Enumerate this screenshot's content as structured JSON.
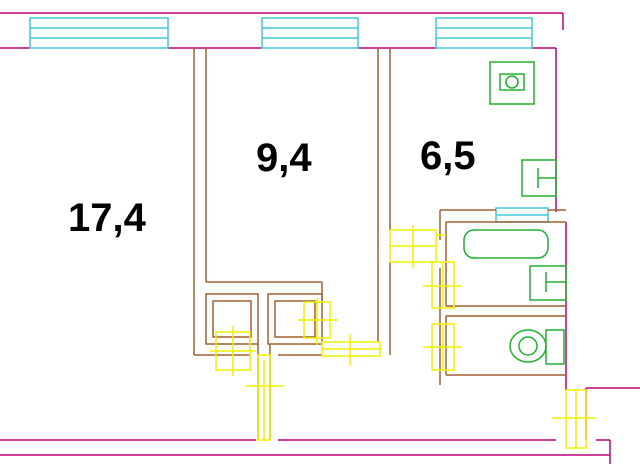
{
  "rooms": [
    {
      "id": "living",
      "area": "17,4"
    },
    {
      "id": "bedroom",
      "area": "9,4"
    },
    {
      "id": "kitchen",
      "area": "6,5"
    }
  ],
  "colors": {
    "outer_wall": "#c0007a",
    "inner_wall": "#a06030",
    "window": "#40c8d8",
    "door": "#f0f000",
    "fixture": "#20b030",
    "label": "#000000"
  },
  "icons": [
    "window-icon",
    "door-swing-icon",
    "sink-icon",
    "stove-icon",
    "bathtub-icon",
    "toilet-icon"
  ]
}
